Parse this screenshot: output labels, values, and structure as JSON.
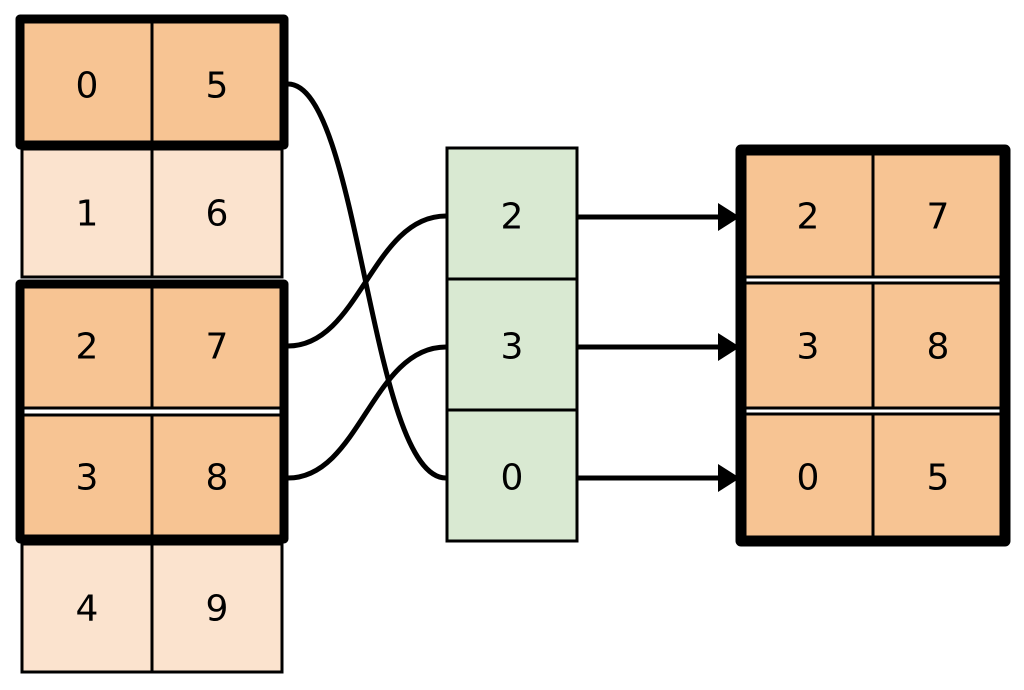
{
  "diagram": {
    "title": "array-gather-scatter-diagram",
    "colors": {
      "orange_highlight": "#F7C493",
      "orange_pale": "#FBE3CE",
      "green": "#D9E9D2",
      "stroke": "#000000",
      "background": "#FFFFFF"
    },
    "source_table": {
      "name": "source-table",
      "columns": 2,
      "rows": [
        {
          "index": 0,
          "values": [
            "0",
            "5"
          ],
          "selected": true
        },
        {
          "index": 1,
          "values": [
            "1",
            "6"
          ],
          "selected": false
        },
        {
          "index": 2,
          "values": [
            "2",
            "7"
          ],
          "selected": true
        },
        {
          "index": 3,
          "values": [
            "3",
            "8"
          ],
          "selected": true
        },
        {
          "index": 4,
          "values": [
            "4",
            "9"
          ],
          "selected": false
        }
      ]
    },
    "index_column": {
      "name": "index-column",
      "values": [
        "2",
        "3",
        "0"
      ]
    },
    "result_table": {
      "name": "result-table",
      "columns": 2,
      "rows": [
        {
          "values": [
            "2",
            "7"
          ]
        },
        {
          "values": [
            "3",
            "8"
          ]
        },
        {
          "values": [
            "0",
            "5"
          ]
        }
      ]
    },
    "connections": [
      {
        "from_source_row": 0,
        "to_index_row": 2
      },
      {
        "from_source_row": 2,
        "to_index_row": 0
      },
      {
        "from_source_row": 3,
        "to_index_row": 1
      }
    ],
    "arrows": [
      {
        "from_index_row": 0,
        "to_result_row": 0
      },
      {
        "from_index_row": 1,
        "to_result_row": 1
      },
      {
        "from_index_row": 2,
        "to_result_row": 2
      }
    ]
  }
}
